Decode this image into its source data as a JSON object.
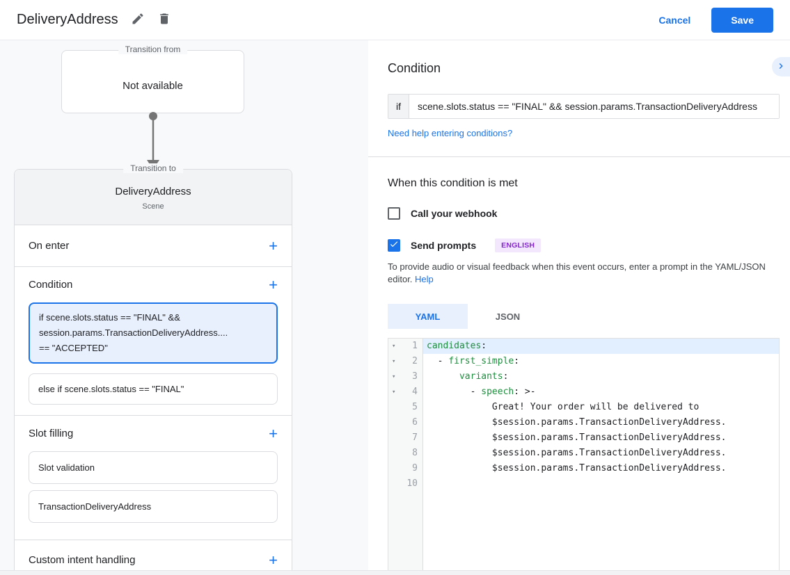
{
  "colors": {
    "accent": "#1a73e8",
    "accent_light": "#e8f0fe",
    "yaml_key_green": "#1e8e3e",
    "badge_text": "#8627ce",
    "badge_bg": "#f2e7fd"
  },
  "header": {
    "title": "DeliveryAddress",
    "edit_icon": "pencil-icon",
    "delete_icon": "trash-icon",
    "cancel_label": "Cancel",
    "save_label": "Save"
  },
  "flow": {
    "transition_from": {
      "label": "Transition from",
      "value": "Not available"
    },
    "transition_to": {
      "label": "Transition to",
      "scene_name": "DeliveryAddress",
      "scene_type": "Scene"
    },
    "sections": {
      "on_enter": "On enter",
      "condition": "Condition",
      "slot_filling": "Slot filling",
      "custom_intent": "Custom intent handling"
    },
    "condition_items": [
      {
        "text": "if scene.slots.status == \"FINAL\" &&\nsession.params.TransactionDeliveryAddress....\n== \"ACCEPTED\"",
        "selected": true
      },
      {
        "text": "else if scene.slots.status == \"FINAL\"",
        "selected": false
      }
    ],
    "slot_items": [
      "Slot validation",
      "TransactionDeliveryAddress"
    ]
  },
  "detail": {
    "title": "Condition",
    "if_label": "if",
    "if_value": "scene.slots.status == \"FINAL\" && session.params.TransactionDeliveryAddress",
    "help_link": "Need help entering conditions?",
    "when_title": "When this condition is met",
    "webhook_label": "Call your webhook",
    "webhook_checked": false,
    "send_prompts_label": "Send prompts",
    "send_prompts_checked": true,
    "language_badge": "ENGLISH",
    "description": "To provide audio or visual feedback when this event occurs, enter a prompt in the YAML/JSON editor.",
    "description_help": "Help",
    "tabs": [
      "YAML",
      "JSON"
    ],
    "active_tab": "YAML"
  },
  "editor": {
    "lines": [
      {
        "n": "1",
        "fold": true,
        "active": true,
        "parts": [
          [
            "k",
            "candidates"
          ],
          [
            "p",
            ":"
          ]
        ]
      },
      {
        "n": "2",
        "fold": true,
        "parts": [
          [
            "p",
            "  - "
          ],
          [
            "k",
            "first_simple"
          ],
          [
            "p",
            ":"
          ]
        ]
      },
      {
        "n": "3",
        "fold": true,
        "parts": [
          [
            "p",
            "      "
          ],
          [
            "k",
            "variants"
          ],
          [
            "p",
            ":"
          ]
        ]
      },
      {
        "n": "4",
        "fold": true,
        "parts": [
          [
            "p",
            "        - "
          ],
          [
            "k",
            "speech"
          ],
          [
            "p",
            ": >-"
          ]
        ]
      },
      {
        "n": "5",
        "parts": [
          [
            "p",
            "            Great! Your order will be delivered to"
          ]
        ]
      },
      {
        "n": "6",
        "parts": [
          [
            "p",
            "            $session.params.TransactionDeliveryAddress."
          ]
        ]
      },
      {
        "n": "7",
        "parts": [
          [
            "p",
            "            $session.params.TransactionDeliveryAddress."
          ]
        ]
      },
      {
        "n": "8",
        "parts": [
          [
            "p",
            "            $session.params.TransactionDeliveryAddress."
          ]
        ]
      },
      {
        "n": "9",
        "parts": [
          [
            "p",
            "            $session.params.TransactionDeliveryAddress."
          ]
        ]
      },
      {
        "n": "10",
        "parts": []
      }
    ]
  }
}
